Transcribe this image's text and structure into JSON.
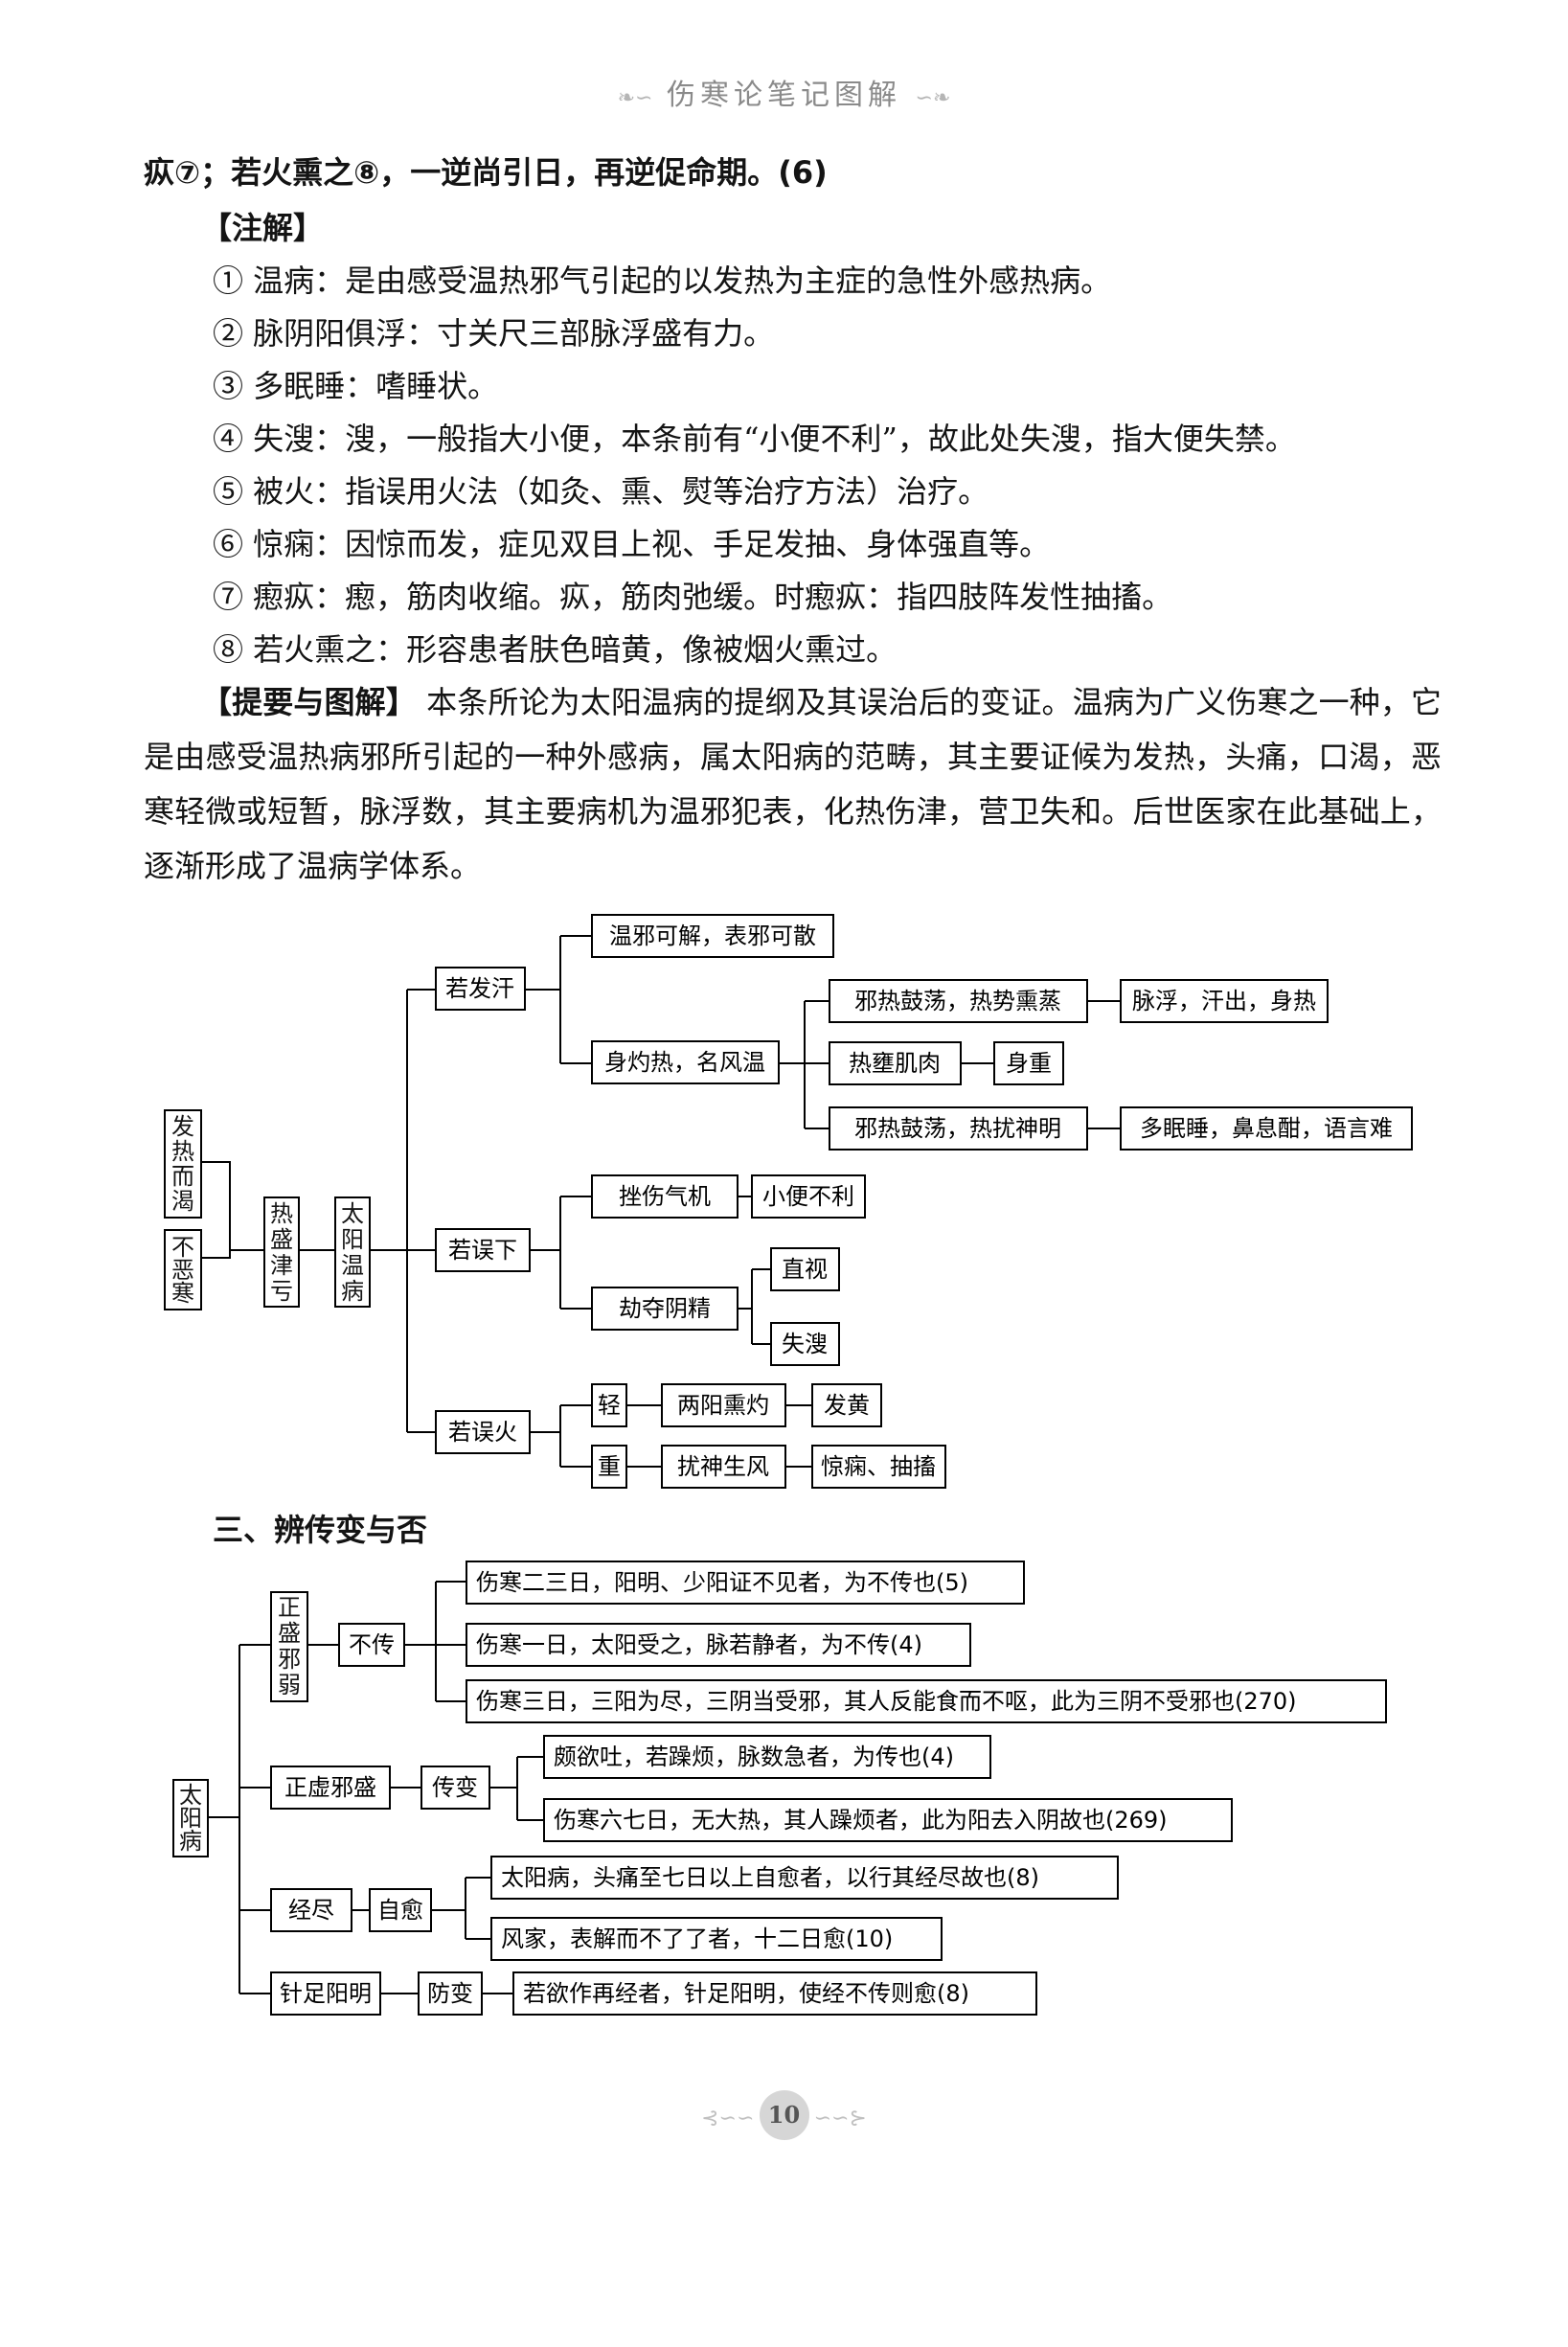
{
  "header": {
    "title": "伤寒论笔记图解"
  },
  "intro_line": "疭⑦；若火熏之⑧，一逆尚引日，再逆促命期。(6)",
  "notes_heading": "【注解】",
  "notes": [
    "① 温病：是由感受温热邪气引起的以发热为主症的急性外感热病。",
    "② 脉阴阳俱浮：寸关尺三部脉浮盛有力。",
    "③ 多眠睡：嗜睡状。",
    "④ 失溲：溲，一般指大小便，本条前有“小便不利”，故此处失溲，指大便失禁。",
    "⑤ 被火：指误用火法（如灸、熏、熨等治疗方法）治疗。",
    "⑥ 惊痫：因惊而发，症见双目上视、手足发抽、身体强直等。",
    "⑦ 瘛疭：瘛，筋肉收缩。疭，筋肉弛缓。时瘛疭：指四肢阵发性抽搐。",
    "⑧ 若火熏之：形容患者肤色暗黄，像被烟火熏过。"
  ],
  "summary": {
    "tag": "【提要与图解】",
    "text": "本条所论为太阳温病的提纲及其误治后的变证。温病为广义伤寒之一种，它是由感受温热病邪所引起的一种外感病，属太阳病的范畴，其主要证候为发热，头痛，口渴，恶寒轻微或短暂，脉浮数，其主要病机为温邪犯表，化热伤津，营卫失和。后世医家在此基础上，逐渐形成了温病学体系。"
  },
  "diagram1": {
    "fare": "发热而渴",
    "buwuhan": "不恶寒",
    "reshengjinkui": "热盛津亏",
    "taiyangwenbing": "太阳温病",
    "ruofahan": "若发汗",
    "wenxiekejie": "温邪可解，表邪可散",
    "shenzhuore": "身灼热，名风温",
    "xierenguodang1": "邪热鼓荡，热势熏蒸",
    "maifu": "脉浮，汗出，身热",
    "reyunjirou": "热壅肌肉",
    "shenzhong": "身重",
    "xierenguodang2": "邪热鼓荡，热扰神明",
    "duomianshui": "多眠睡，鼻息酣，语言难",
    "ruowuxia": "若误下",
    "cuoshangqiji": "挫伤气机",
    "xiaobianbuli": "小便不利",
    "jieduoyinjing": "劫夺阴精",
    "zhishi": "直视",
    "shisou": "失溲",
    "ruowuhuo": "若误火",
    "qing": "轻",
    "liangyangxunzhuo": "两阳熏灼",
    "fahuang": "发黄",
    "zhong": "重",
    "raoshenshengfeng": "扰神生风",
    "jingxian": "惊痫、抽搐"
  },
  "section3_title": "三、辨传变与否",
  "diagram2": {
    "taiyangbing": "太阳病",
    "zhengshengxieruo": "正盛邪弱",
    "buchuan": "不传",
    "bc1": "伤寒二三日，阳明、少阳证不见者，为不传也(5)",
    "bc2": "伤寒一日，太阳受之，脉若静者，为不传(4)",
    "bc3": "伤寒三日，三阳为尽，三阴当受邪，其人反能食而不呕，此为三阴不受邪也(270)",
    "zhengxuxiesheng": "正虚邪盛",
    "chuanbian": "传变",
    "cb1": "颇欲吐，若躁烦，脉数急者，为传也(4)",
    "cb2": "伤寒六七日，无大热，其人躁烦者，此为阳去入阴故也(269)",
    "jingjin": "经尽",
    "ziyu": "自愈",
    "zy1": "太阳病，头痛至七日以上自愈者，以行其经尽故也(8)",
    "zy2": "风家，表解而不了了者，十二日愈(10)",
    "zhenzuyangming": "针足阳明",
    "fangbian": "防变",
    "fb1": "若欲作再经者，针足阳明，使经不传则愈(8)"
  },
  "footer": {
    "page_number": "10"
  }
}
